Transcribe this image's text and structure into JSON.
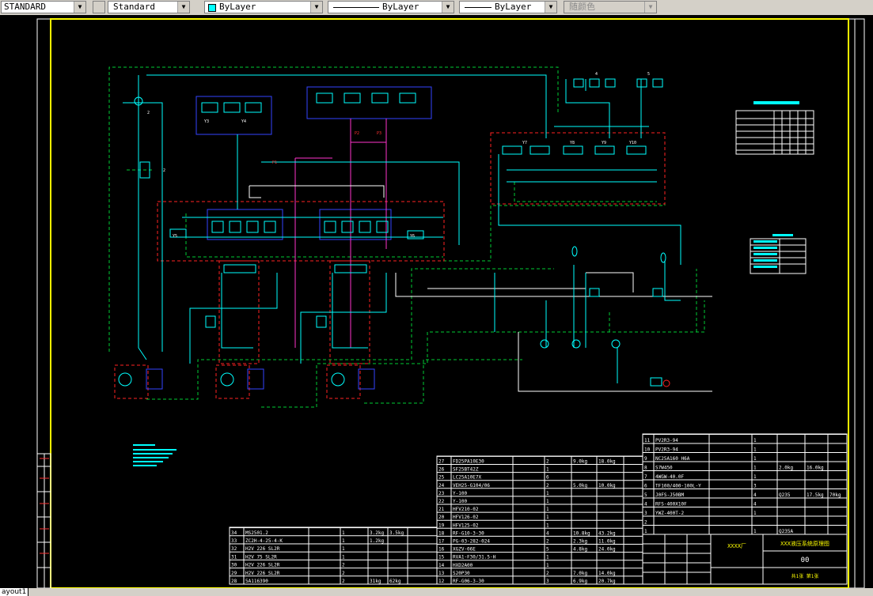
{
  "toolbar": {
    "text_style": "STANDARD",
    "dim_style": "Standard",
    "layer": "ByLayer",
    "linetype": "ByLayer",
    "lineweight": "ByLayer",
    "plot_style": "随颜色",
    "layer_color": "#00ffff"
  },
  "layout_tab": "ayout1",
  "drawing": {
    "valve_labels": [
      "2",
      "2",
      "Y3",
      "Y4",
      "Y5",
      "Y6",
      "Y7",
      "Y8",
      "Y9",
      "Y10"
    ],
    "right_top_labels": [
      "4",
      "5"
    ],
    "title_block": {
      "company": "XXXX厂",
      "drawing_name": "XXX液压系统原理图",
      "drawing_no": "00",
      "scale_note": "共1张 第1张"
    },
    "bom_right": [
      [
        "11",
        "PV2R3-94",
        "",
        "1",
        "",
        "",
        ""
      ],
      [
        "10",
        "PV2R3-94",
        "",
        "1",
        "",
        "",
        ""
      ],
      [
        "9",
        "NC25A160 H6A",
        "",
        "1",
        "",
        "",
        ""
      ],
      [
        "8",
        "S7W450",
        "",
        "1",
        "2.0kg",
        "16.0kg",
        ""
      ],
      [
        "7",
        "4WGW-40.0F",
        "",
        "1",
        "",
        "",
        ""
      ],
      [
        "6",
        "TF100/400-100L-Y",
        "",
        "3",
        "",
        "",
        ""
      ],
      [
        "5",
        "J0FS-J50BM",
        "",
        "4",
        "Q235",
        "17.5kg",
        "70kg"
      ],
      [
        "4",
        "RFS-400X10F",
        "",
        "4",
        "",
        "",
        ""
      ],
      [
        "3",
        "YWZ-400T-2",
        "",
        "1",
        "",
        "",
        ""
      ],
      [
        "2",
        "",
        "",
        "",
        "",
        "",
        ""
      ],
      [
        "1",
        "",
        "",
        "1",
        "Q235A",
        "",
        ""
      ]
    ],
    "bom_middle": [
      [
        "27",
        "FD25PA10E30",
        "",
        "2",
        "9.0kg",
        "18.0kg",
        ""
      ],
      [
        "26",
        "SF25BT42Z",
        "",
        "1",
        "",
        "",
        ""
      ],
      [
        "25",
        "LC25A10E7X",
        "",
        "6",
        "",
        "",
        ""
      ],
      [
        "24",
        "VEH25-G104/06",
        "",
        "2",
        "5.0kg",
        "10.0kg",
        ""
      ],
      [
        "23",
        "Y-100",
        "",
        "1",
        "",
        "",
        ""
      ],
      [
        "22",
        "Y-100",
        "",
        "1",
        "",
        "",
        ""
      ],
      [
        "21",
        "HFV210-02",
        "",
        "1",
        "",
        "",
        ""
      ],
      [
        "20",
        "HFV126-02",
        "",
        "1",
        "",
        "",
        ""
      ],
      [
        "19",
        "HFV125-02",
        "",
        "1",
        "",
        "",
        ""
      ],
      [
        "18",
        "RF-G10-3-30",
        "",
        "4",
        "10.8kg",
        "43.2kg",
        ""
      ],
      [
        "17",
        "PG-03-282-024",
        "",
        "2",
        "2.3kg",
        "11.0kg",
        ""
      ],
      [
        "16",
        "XGZV-06E",
        "",
        "5",
        "4.8kg",
        "24.0kg",
        ""
      ],
      [
        "15",
        "RVA1-F30/31.5-H",
        "",
        "1",
        "",
        "",
        ""
      ],
      [
        "14",
        "HXD2A00",
        "",
        "1",
        "",
        "",
        ""
      ],
      [
        "13",
        "S20P30",
        "",
        "2",
        "7.0kg",
        "14.0kg",
        ""
      ],
      [
        "12",
        "RF-G06-3-30",
        "",
        "3",
        "6.9kg",
        "20.7kg",
        ""
      ]
    ],
    "bom_left": [
      [
        "34",
        "MS2501.2",
        "",
        "1",
        "3.2kg",
        "3.5kg",
        ""
      ],
      [
        "33",
        "ZC2H-4-25-4-K",
        "",
        "1",
        "1.2kg",
        "",
        ""
      ],
      [
        "32",
        "H2V 226 SL2R",
        "",
        "1",
        "",
        "",
        ""
      ],
      [
        "31",
        "H2V 75 SL2R",
        "",
        "1",
        "",
        "",
        ""
      ],
      [
        "30",
        "H2V 226 SL2R",
        "",
        "2",
        "",
        "",
        ""
      ],
      [
        "29",
        "H2V 226 SL2R",
        "",
        "2",
        "",
        "",
        ""
      ],
      [
        "28",
        "5A116390",
        "",
        "2",
        "31kg",
        "62kg",
        ""
      ]
    ]
  }
}
